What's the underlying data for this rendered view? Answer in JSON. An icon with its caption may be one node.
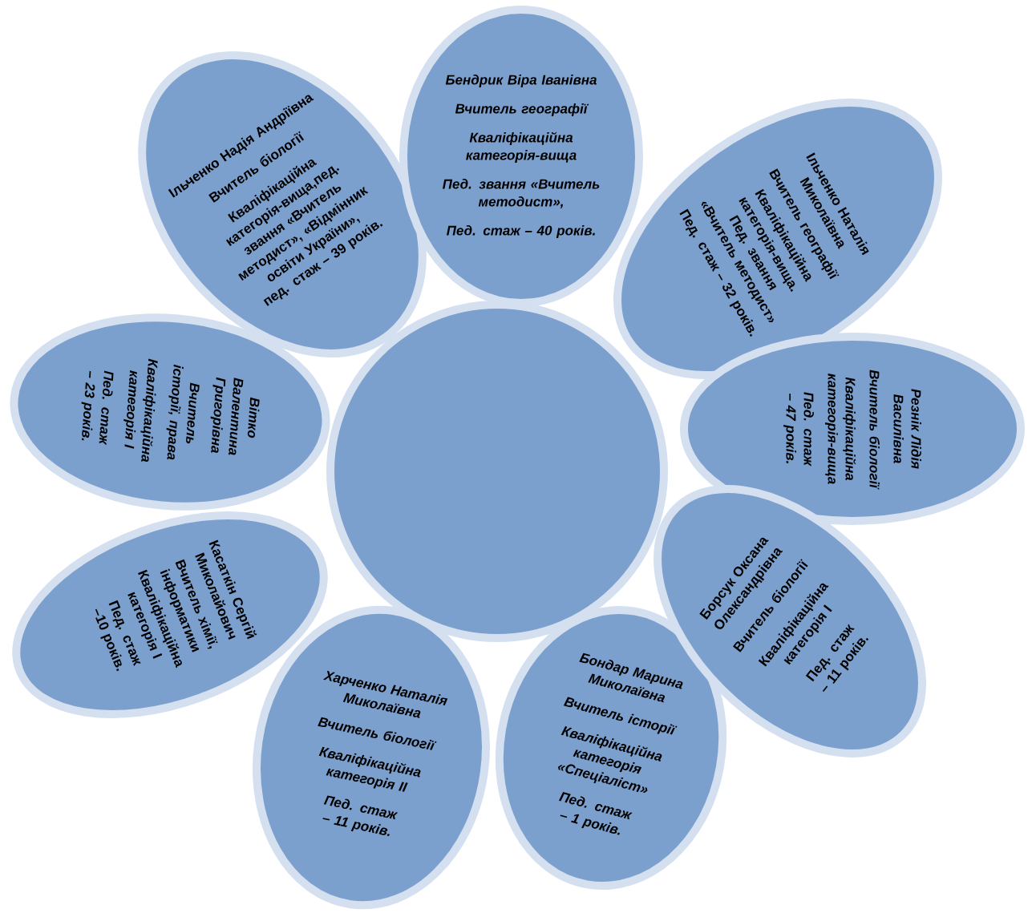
{
  "diagram": {
    "nodes": [
      {
        "text": [
          "Бендрик Віра Іванівна",
          "Вчитель географії",
          "Кваліфікаційна категорія-вища",
          "Пед. звання «Вчитель методист»,",
          "Пед. стаж – 40 років."
        ]
      },
      {
        "text": [
          "Ільченко Надія Андріївна",
          "Вчитель біології",
          "Кваліфікаційна категорія-вища,пед. звання «Вчитель методист», «Відмінник освіти України», пед. стаж – 39 років."
        ]
      },
      {
        "text": [
          "Ільченко Наталія Миколаївна",
          "Вчитель географії",
          "Кваліфікаційна категорія-вища. Пед. звання «Вчитель методист»",
          "Пед. стаж – 32 років."
        ]
      },
      {
        "text": [
          "Вітко Валентина Григорівна",
          "Вчитель історії, права",
          "Кваліфікаційна категорія І",
          "Пед. стаж – 23 років."
        ]
      },
      {
        "text": [],
        "shape": "circle"
      },
      {
        "text": [
          "Резнік Лідія Василівна",
          "Вчитель біології",
          "Кваліфікаційна категорія-вища",
          "Пед. стаж – 47 років."
        ]
      },
      {
        "text": [
          "Касаткін Сергій Миколайович",
          "Вчитель хімії, інформатики",
          "Кваліфікаційна категорія І",
          "Пед. стаж –10 років."
        ]
      },
      {
        "text": [
          "Борсук Оксана Олександрівна",
          "Вчитель біології",
          "Кваліфікаційна категорія І",
          "Пед. стаж – 11 років."
        ]
      },
      {
        "text": [
          "Харченко Наталія Миколаївна",
          "Вчитель біології",
          "Кваліфікаційна категорія ІІ",
          "Пед. стаж – 11 років."
        ]
      },
      {
        "text": [
          "Бондар Марина Миколаївна",
          "Вчитель історії",
          "Кваліфікаційна категорія «Спеціаліст»",
          "Пед. стаж – 1 років."
        ]
      }
    ]
  }
}
